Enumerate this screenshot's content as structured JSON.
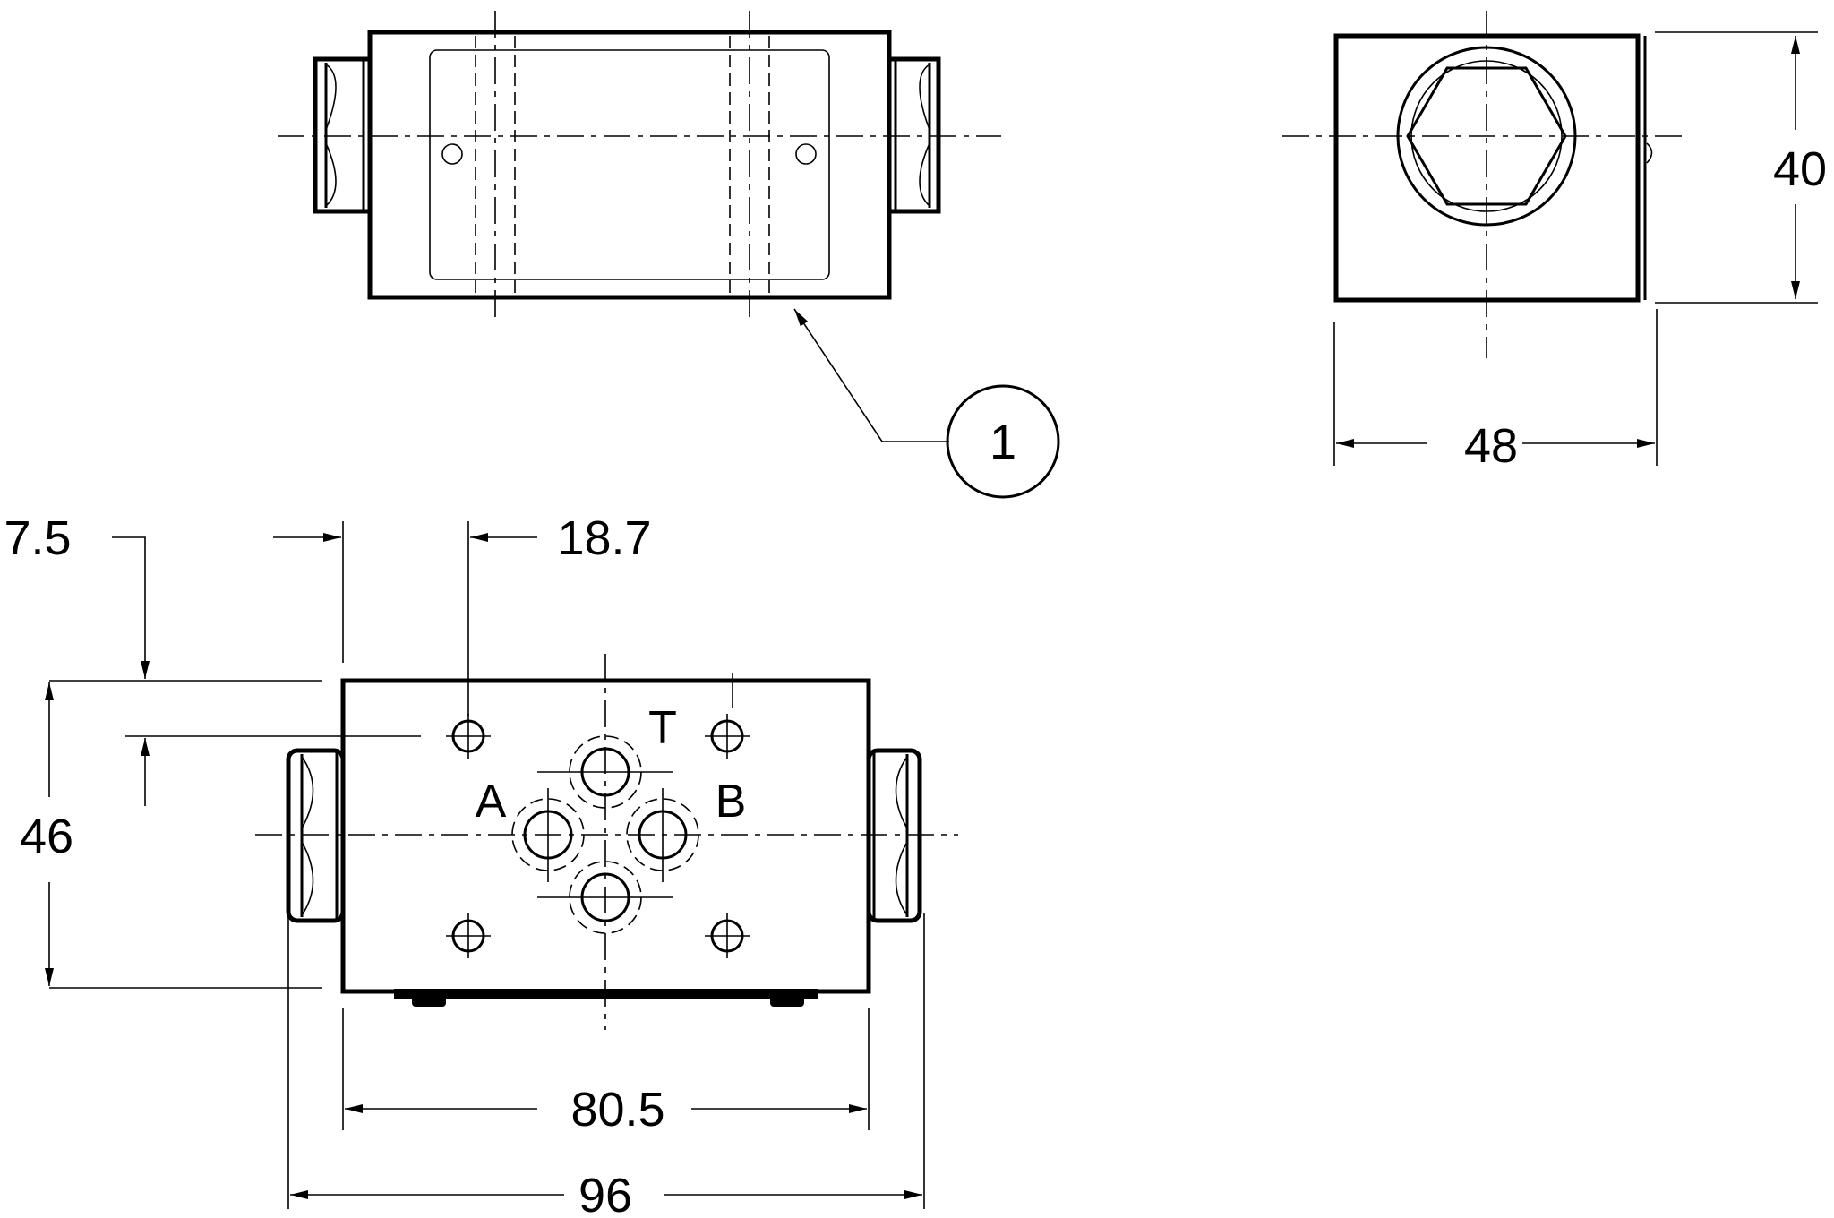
{
  "callout": {
    "label": "1"
  },
  "dimensions": {
    "side_height": "40",
    "side_width": "48",
    "offset_top": "7.5",
    "hole_spacing": "18.7",
    "body_height": "46",
    "body_length": "80.5",
    "overall_length": "96"
  },
  "ports": {
    "a": "A",
    "b": "B",
    "t": "T"
  }
}
